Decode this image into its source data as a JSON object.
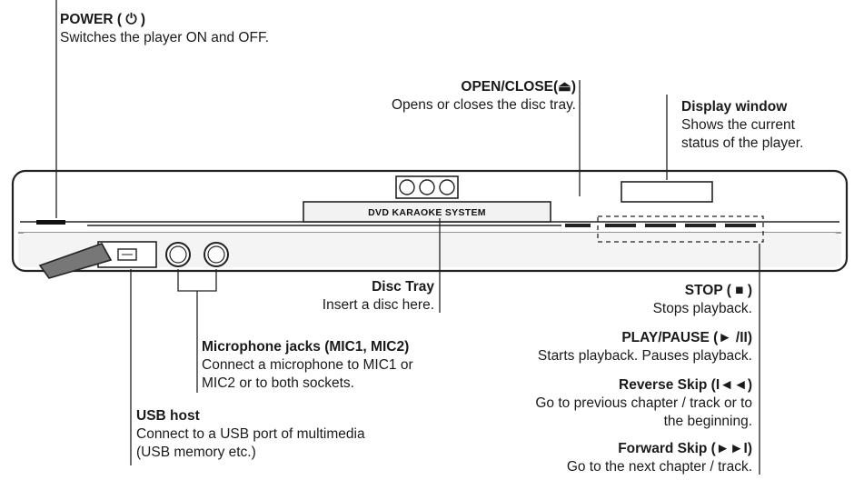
{
  "device": {
    "brand_label": "DVD KARAOKE SYSTEM"
  },
  "callouts": {
    "power": {
      "title": "POWER ( ⏻ )",
      "lines": [
        "Switches the player ON and OFF."
      ]
    },
    "open_close": {
      "title": "OPEN/CLOSE(⏏)",
      "lines": [
        "Opens or closes the disc tray."
      ]
    },
    "display_window": {
      "title": "Display window",
      "lines": [
        "Shows the current",
        "status of the player."
      ]
    },
    "disc_tray": {
      "title": "Disc Tray",
      "lines": [
        "Insert a disc here."
      ]
    },
    "stop": {
      "title": "STOP ( ■ )",
      "lines": [
        "Stops playback."
      ]
    },
    "play_pause": {
      "title": "PLAY/PAUSE (► /II)",
      "lines": [
        "Starts playback. Pauses playback."
      ]
    },
    "reverse_skip": {
      "title": "Reverse Skip (I◄◄)",
      "lines": [
        "Go to previous chapter / track or to",
        "the beginning."
      ]
    },
    "forward_skip": {
      "title": "Forward Skip (►►I)",
      "lines": [
        "Go to the next chapter / track."
      ]
    },
    "microphone_jacks": {
      "title": "Microphone jacks (MIC1, MIC2)",
      "lines": [
        "Connect a microphone to MIC1 or",
        "MIC2 or to both sockets."
      ]
    },
    "usb_host": {
      "title": "USB host",
      "lines": [
        "Connect to a USB port of multimedia",
        "(USB memory etc.)"
      ]
    }
  }
}
